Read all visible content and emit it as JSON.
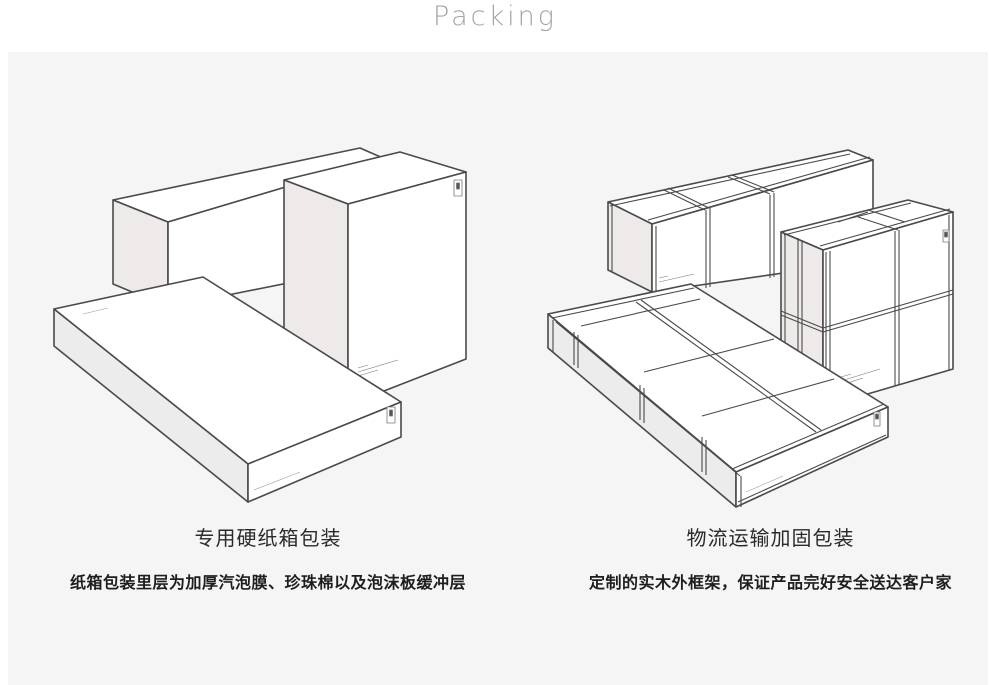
{
  "page": {
    "title": "Packing"
  },
  "sections": [
    {
      "id": "carton",
      "heading": "专用硬纸箱包装",
      "description": "纸箱包装里层为加厚汽泡膜、珍珠棉以及泡沫板缓冲层",
      "illustration": "cardboard-boxes"
    },
    {
      "id": "crate",
      "heading": "物流运输加固包装",
      "description": "定制的实木外框架，保证产品完好安全送达客户家",
      "illustration": "wooden-crates"
    }
  ],
  "colors": {
    "panel_bg": "#f5f5f5",
    "line": "#4a4a4a",
    "side_shade": "#efeaea",
    "face": "#ffffff",
    "title": "#a4a4a4"
  }
}
